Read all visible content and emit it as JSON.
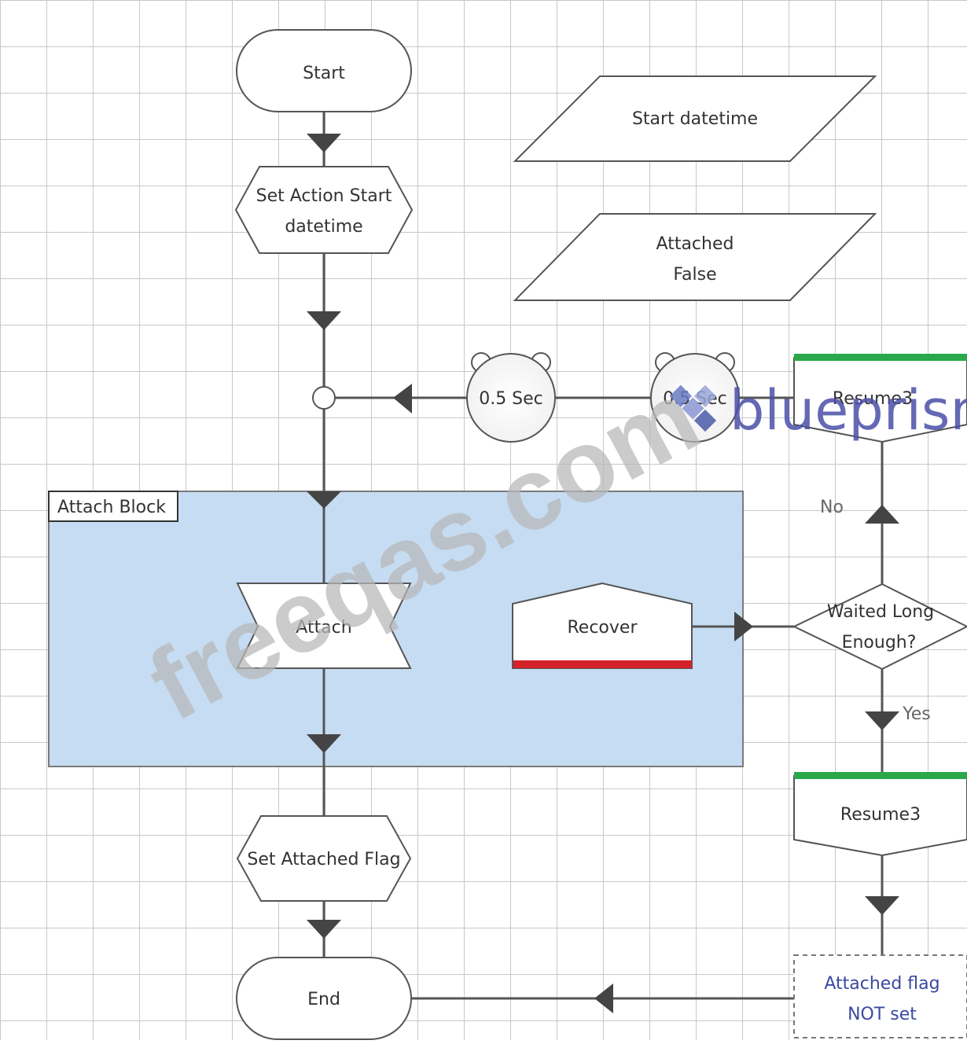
{
  "diagram": {
    "nodes": {
      "start": "Start",
      "set_action_start": [
        "Set Action Start",
        "datetime"
      ],
      "start_datetime": "Start datetime",
      "attached_false": [
        "Attached",
        "False"
      ],
      "wait_left": "0.5 Sec",
      "wait_right": "0.5 Sec",
      "resume_top": "Resume3",
      "attach_block_label": "Attach Block",
      "attach": "Attach",
      "recover": "Recover",
      "waited_long_enough": [
        "Waited Long",
        "Enough?"
      ],
      "resume_bottom": "Resume3",
      "set_attached_flag": "Set Attached Flag",
      "end": "End",
      "attached_flag_not_set": [
        "Attached flag",
        "NOT set"
      ]
    },
    "edge_labels": {
      "no": "No",
      "yes": "Yes"
    },
    "colors": {
      "block_fill": "#c6dcf2",
      "resume_bar": "#2aa84a",
      "recover_bar": "#d4222a",
      "grid": "#c8c8c8",
      "watermark": "#b8b8b8",
      "brand": "#4b4fa8"
    }
  },
  "watermarks": {
    "site": "freeqas.com",
    "brand": "blueprism"
  }
}
